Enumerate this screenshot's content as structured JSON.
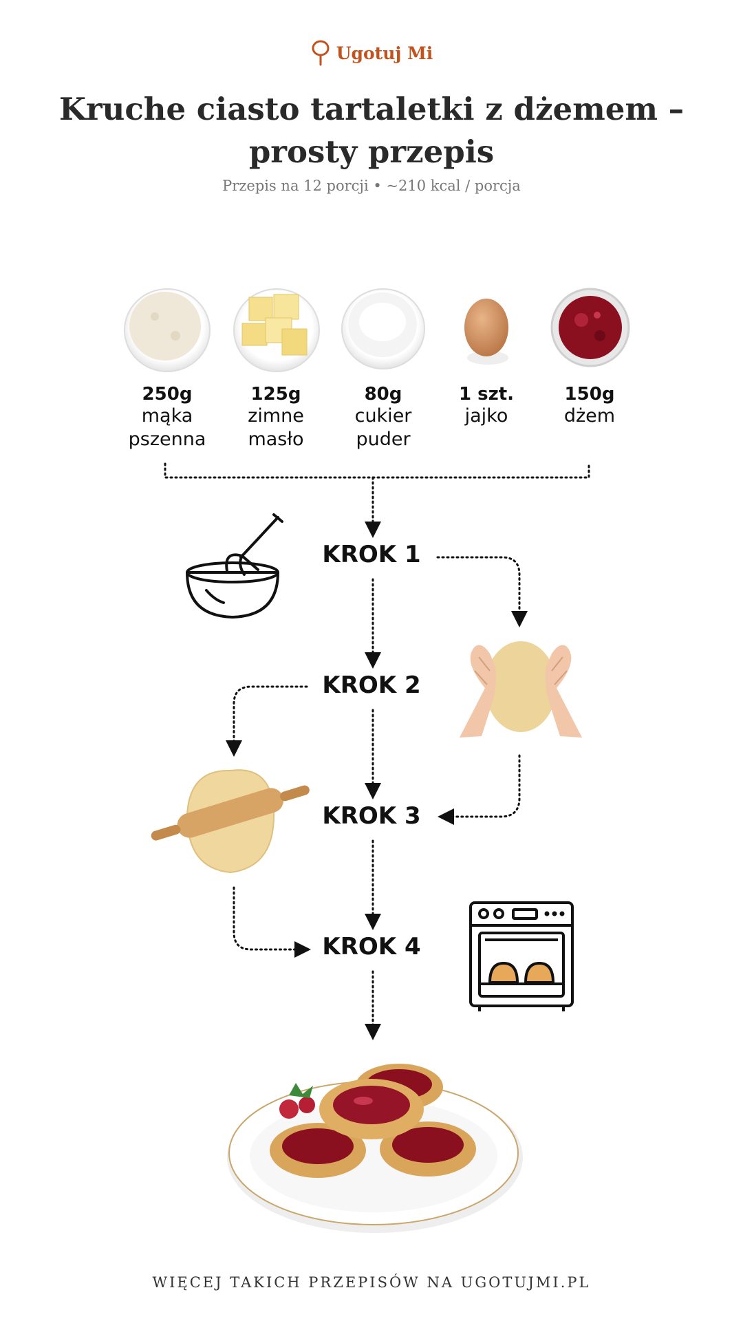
{
  "brand": {
    "name": "Ugotuj Mi"
  },
  "title": "Kruche ciasto tartaletki z dżemem – prosty przepis",
  "subtitle": "Przepis na 12 porcji • ~210 kcal / porcja",
  "ingredients": [
    {
      "qty": "250g",
      "name": "mąka pszenna"
    },
    {
      "qty": "125g",
      "name": "zimne masło"
    },
    {
      "qty": "80g",
      "name": "cukier puder"
    },
    {
      "qty": "1 szt.",
      "name": "jajko"
    },
    {
      "qty": "150g",
      "name": "dżem"
    }
  ],
  "steps": [
    "KROK 1",
    "KROK 2",
    "KROK 3",
    "KROK 4"
  ],
  "footer": "WIĘCEJ TAKICH PRZEPISÓW NA UGOTUJMI.PL",
  "colors": {
    "accent": "#c2521e",
    "text": "#2a2a2a",
    "subtle": "#777777",
    "jam": "#8a1020",
    "dough": "#ecd49a",
    "crust": "#d9a55a"
  },
  "icons": [
    "spoon-logo-icon",
    "flour-bowl-icon",
    "butter-bowl-icon",
    "sugar-bowl-icon",
    "egg-icon",
    "jam-jar-icon",
    "whisk-bowl-icon",
    "kneading-hands-icon",
    "rolling-pin-icon",
    "oven-icon",
    "tartlets-plate-icon"
  ]
}
